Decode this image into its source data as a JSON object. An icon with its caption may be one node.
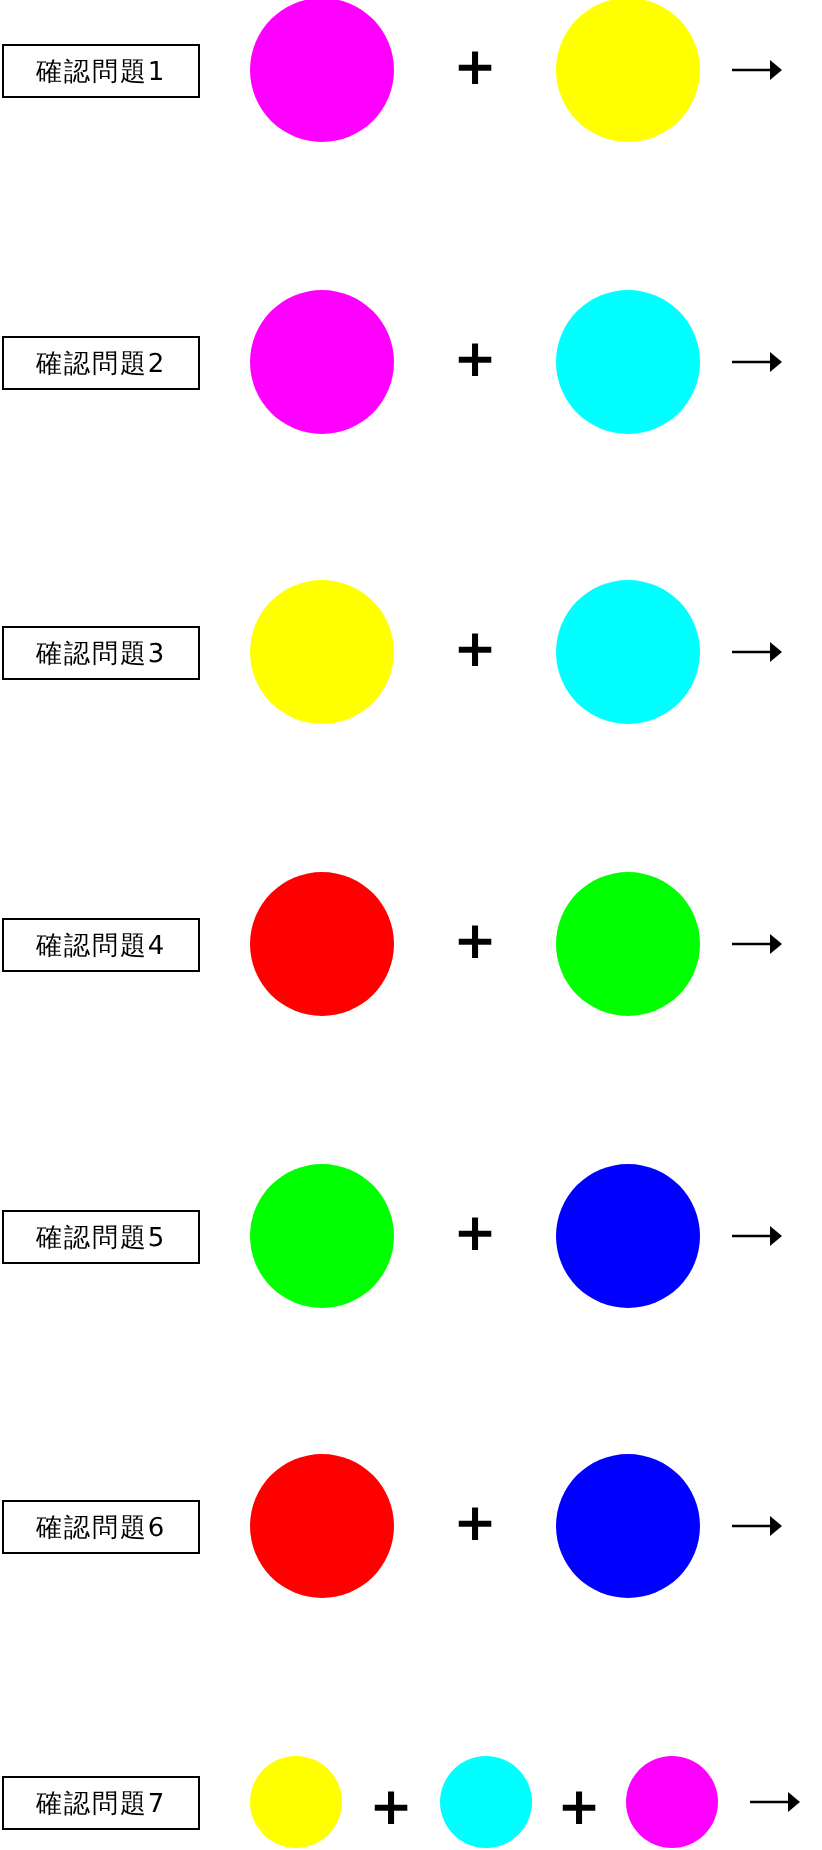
{
  "diagram": {
    "nodes": [
      {
        "text": [
          "確認問題1"
        ]
      },
      {
        "text": [
          "確認問題2"
        ]
      },
      {
        "text": [
          "確認問題3"
        ]
      },
      {
        "text": [
          "確認問題4"
        ]
      },
      {
        "text": [
          "確認問題5"
        ]
      },
      {
        "text": [
          "確認問題6"
        ]
      },
      {
        "text": [
          "確認問題7"
        ]
      }
    ],
    "labels": [
      "+",
      "+",
      "+",
      "+",
      "+",
      "+",
      "+",
      "+"
    ]
  }
}
